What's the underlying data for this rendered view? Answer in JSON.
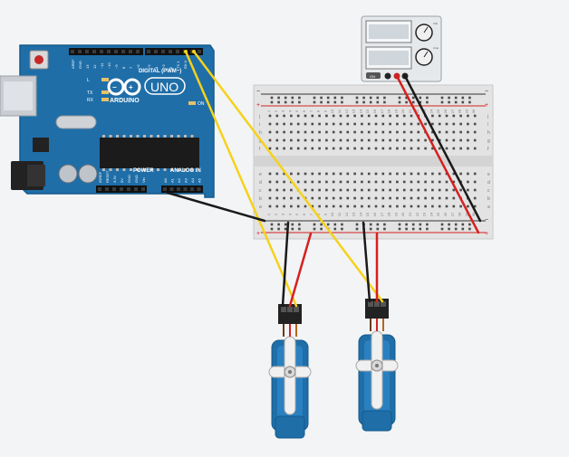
{
  "arduino": {
    "brand": "ARDUINO",
    "model": "UNO",
    "digital_header": "DIGITAL (PWM~)",
    "power_header": "POWER",
    "analog_header": "ANALOG IN",
    "tx_label": "TX",
    "rx_label": "RX",
    "on_label": "ON",
    "l_label": "L",
    "digital_pins": [
      "AREF",
      "GND",
      "13",
      "12",
      "~11",
      "~10",
      "~9",
      "8",
      "7",
      "~6",
      "~5",
      "4",
      "~3",
      "2",
      "TX 1",
      "RX 0"
    ],
    "power_pins": [
      "IOREF",
      "RESET",
      "3.3V",
      "5V",
      "GND",
      "GND",
      "Vin"
    ],
    "analog_pins": [
      "A0",
      "A1",
      "A2",
      "A3",
      "A4",
      "A5"
    ]
  },
  "power_supply": {
    "knob_labels": [
      "Volt",
      "Amp"
    ],
    "button_label": "ON"
  },
  "breadboard": {
    "rail_minus": "−",
    "rail_plus": "+",
    "row_letters_top": [
      "j",
      "i",
      "h",
      "g",
      "f"
    ],
    "row_letters_bottom": [
      "e",
      "d",
      "c",
      "b",
      "a"
    ],
    "column_numbers": [
      "1",
      "2",
      "3",
      "4",
      "5",
      "6",
      "7",
      "8",
      "9",
      "10",
      "11",
      "12",
      "13",
      "14",
      "15",
      "16",
      "17",
      "18",
      "19",
      "20",
      "21",
      "22",
      "23",
      "24",
      "25",
      "26",
      "27",
      "28",
      "29",
      "30"
    ]
  },
  "wire_colors": {
    "signal": "#f5d21a",
    "ground": "#1a1a1a",
    "power": "#d62020"
  }
}
